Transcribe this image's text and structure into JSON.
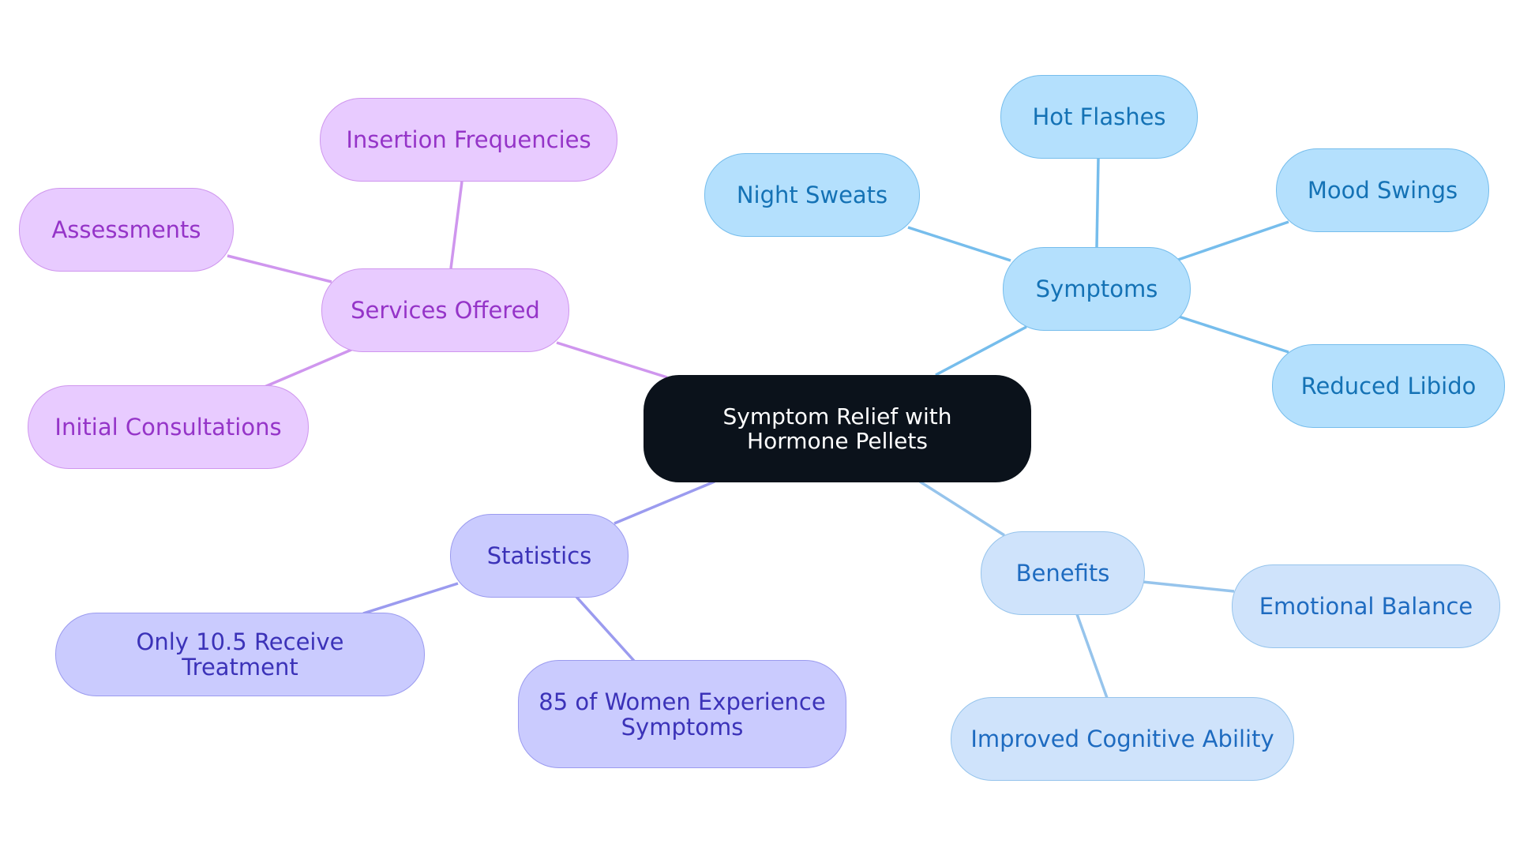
{
  "colors": {
    "root_bg": "#0b121b",
    "root_text": "#ffffff",
    "purple_bg": "#e8cbff",
    "purple_border": "#cf96ee",
    "purple_text": "#9534c8",
    "purple_line": "#cf96ee",
    "indigo_bg": "#cacbfe",
    "indigo_border": "#9b9bef",
    "indigo_text": "#3b32b8",
    "indigo_line": "#9b9bef",
    "sky_bg": "#b4e0fd",
    "sky_border": "#76bdec",
    "sky_text": "#1472b5",
    "sky_line": "#76bdec",
    "pale_bg": "#cfe3fb",
    "pale_border": "#96c4ec",
    "pale_text": "#1e6bc0",
    "pale_line": "#96c4ec"
  },
  "diagram": {
    "root": {
      "label": "Symptom Relief with Hormone Pellets"
    },
    "branches": {
      "services": {
        "label": "Services Offered",
        "children": [
          "Insertion Frequencies",
          "Assessments",
          "Initial Consultations"
        ]
      },
      "statistics": {
        "label": "Statistics",
        "children": [
          "Only 10.5 Receive Treatment",
          "85 of Women Experience Symptoms"
        ]
      },
      "symptoms": {
        "label": "Symptoms",
        "children": [
          "Night Sweats",
          "Hot Flashes",
          "Mood Swings",
          "Reduced Libido"
        ]
      },
      "benefits": {
        "label": "Benefits",
        "children": [
          "Emotional Balance",
          "Improved Cognitive Ability"
        ]
      }
    }
  }
}
